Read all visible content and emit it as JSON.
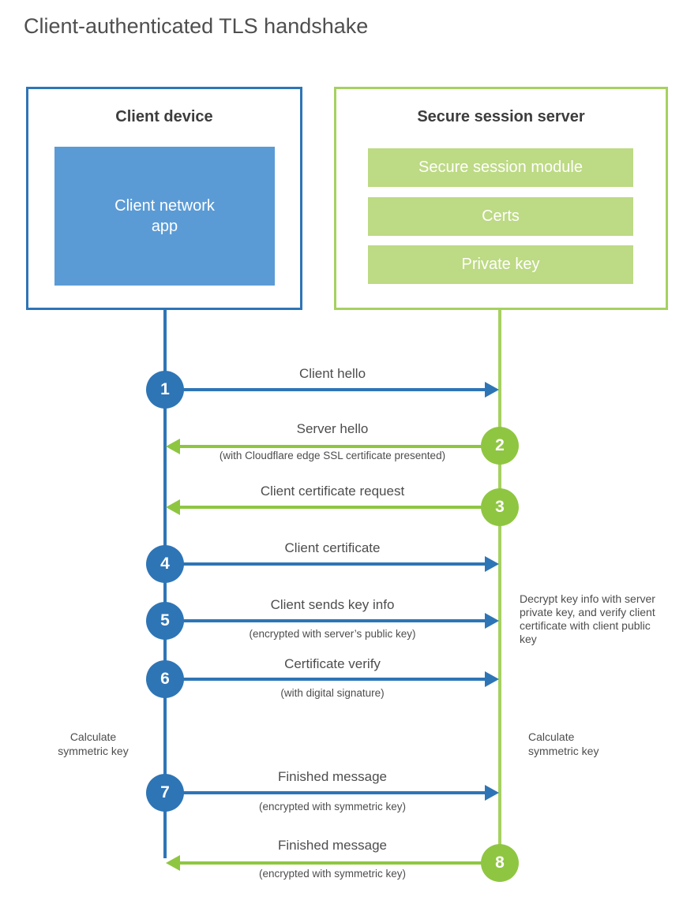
{
  "title": "Client-authenticated TLS handshake",
  "palette": {
    "blue": "#2e75b6",
    "blue_light": "#5b9bd5",
    "green": "#8fc641",
    "green_light": "#a6d160",
    "green_bar": "#bdda84",
    "text_dark": "#3d3d3d",
    "text_gray": "#4d4d4d"
  },
  "client": {
    "title": "Client device",
    "app": "Client network app"
  },
  "server": {
    "title": "Secure session server",
    "modules": [
      "Secure session module",
      "Certs",
      "Private key"
    ]
  },
  "steps": [
    {
      "num": "1",
      "from": "client",
      "label": "Client hello",
      "sub": ""
    },
    {
      "num": "2",
      "from": "server",
      "label": "Server hello",
      "sub": "(with Cloudflare edge SSL certificate presented)"
    },
    {
      "num": "3",
      "from": "server",
      "label": "Client certificate request",
      "sub": ""
    },
    {
      "num": "4",
      "from": "client",
      "label": "Client certificate",
      "sub": ""
    },
    {
      "num": "5",
      "from": "client",
      "label": "Client sends key info",
      "sub": "(encrypted with server’s public key)"
    },
    {
      "num": "6",
      "from": "client",
      "label": "Certificate verify",
      "sub": "(with digital signature)"
    },
    {
      "num": "7",
      "from": "client",
      "label": "Finished message",
      "sub": "(encrypted with symmetric key)"
    },
    {
      "num": "8",
      "from": "server",
      "label": "Finished message",
      "sub": "(encrypted with symmetric key)"
    }
  ],
  "notes": {
    "decrypt": "Decrypt key info with server private key, and verify client certificate with client public key",
    "calc_client": "Calculate symmetric key",
    "calc_server": "Calculate symmetric key"
  }
}
